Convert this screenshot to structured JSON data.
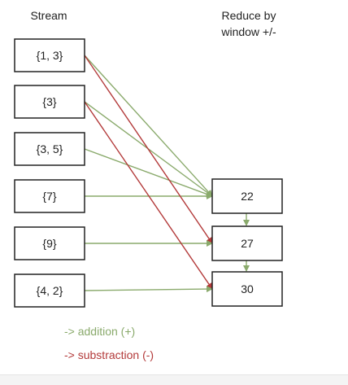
{
  "diagram": {
    "stream_title": "Stream",
    "reduce_title_line1": "Reduce by",
    "reduce_title_line2": "window +/-",
    "stream_items": [
      "{1, 3}",
      "{3}",
      "{3, 5}",
      "{7}",
      "{9}",
      "{4, 2}"
    ],
    "reduce_items": [
      "22",
      "27",
      "30"
    ],
    "edges": [
      {
        "from": 0,
        "to": 0,
        "kind": "addition"
      },
      {
        "from": 1,
        "to": 0,
        "kind": "addition"
      },
      {
        "from": 2,
        "to": 0,
        "kind": "addition"
      },
      {
        "from": 3,
        "to": 0,
        "kind": "addition"
      },
      {
        "from": 0,
        "to": 1,
        "kind": "subtraction"
      },
      {
        "from": 4,
        "to": 1,
        "kind": "addition"
      },
      {
        "from": 1,
        "to": 2,
        "kind": "subtraction"
      },
      {
        "from": 5,
        "to": 2,
        "kind": "addition"
      }
    ],
    "chain": [
      {
        "from": 0,
        "to": 1
      },
      {
        "from": 1,
        "to": 2
      }
    ]
  },
  "legend": {
    "addition": "-> addition (+)",
    "subtraction": "-> substraction (-)"
  },
  "colors": {
    "addition": "#8aaa6c",
    "subtraction": "#b33a3a",
    "box_border": "#222222",
    "text": "#222222"
  }
}
